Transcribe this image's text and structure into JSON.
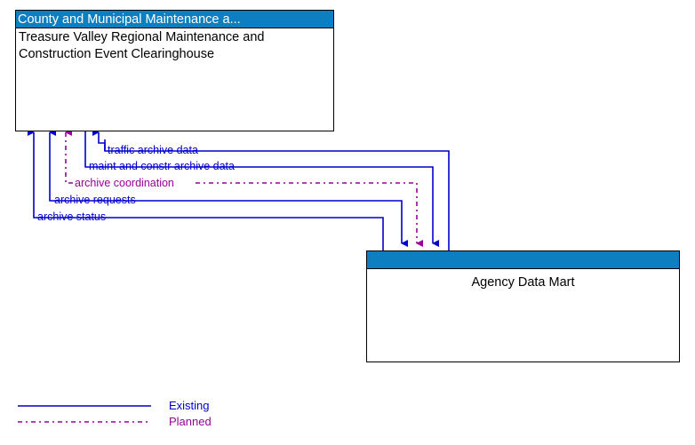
{
  "diagram": {
    "title": "Treasure Valley Regional Maintenance and Construction Event Clearinghouse interconnect diagram",
    "colors": {
      "existing": "#0000cc",
      "planned": "#990099",
      "node_titlebar": "#0d7fc0",
      "node_body": "#ffffff",
      "node_border": "#000000"
    }
  },
  "nodes": [
    {
      "id": "clearinghouse",
      "titlebar": "County and Municipal Maintenance a...",
      "body": "Treasure Valley Regional Maintenance and Construction Event Clearinghouse"
    },
    {
      "id": "datamart",
      "titlebar": "",
      "body": "Agency Data Mart"
    }
  ],
  "flows": [
    {
      "label": "traffic archive data",
      "status": "existing",
      "direction": "datamart-to-clearinghouse"
    },
    {
      "label": "maint and constr archive data",
      "status": "existing",
      "direction": "clearinghouse-to-datamart"
    },
    {
      "label": "archive coordination",
      "status": "planned",
      "direction": "bidirectional"
    },
    {
      "label": "archive requests",
      "status": "existing",
      "direction": "clearinghouse-to-datamart"
    },
    {
      "label": "archive status",
      "status": "existing",
      "direction": "datamart-to-clearinghouse"
    }
  ],
  "legend": [
    {
      "label": "Existing",
      "status": "existing"
    },
    {
      "label": "Planned",
      "status": "planned"
    }
  ]
}
